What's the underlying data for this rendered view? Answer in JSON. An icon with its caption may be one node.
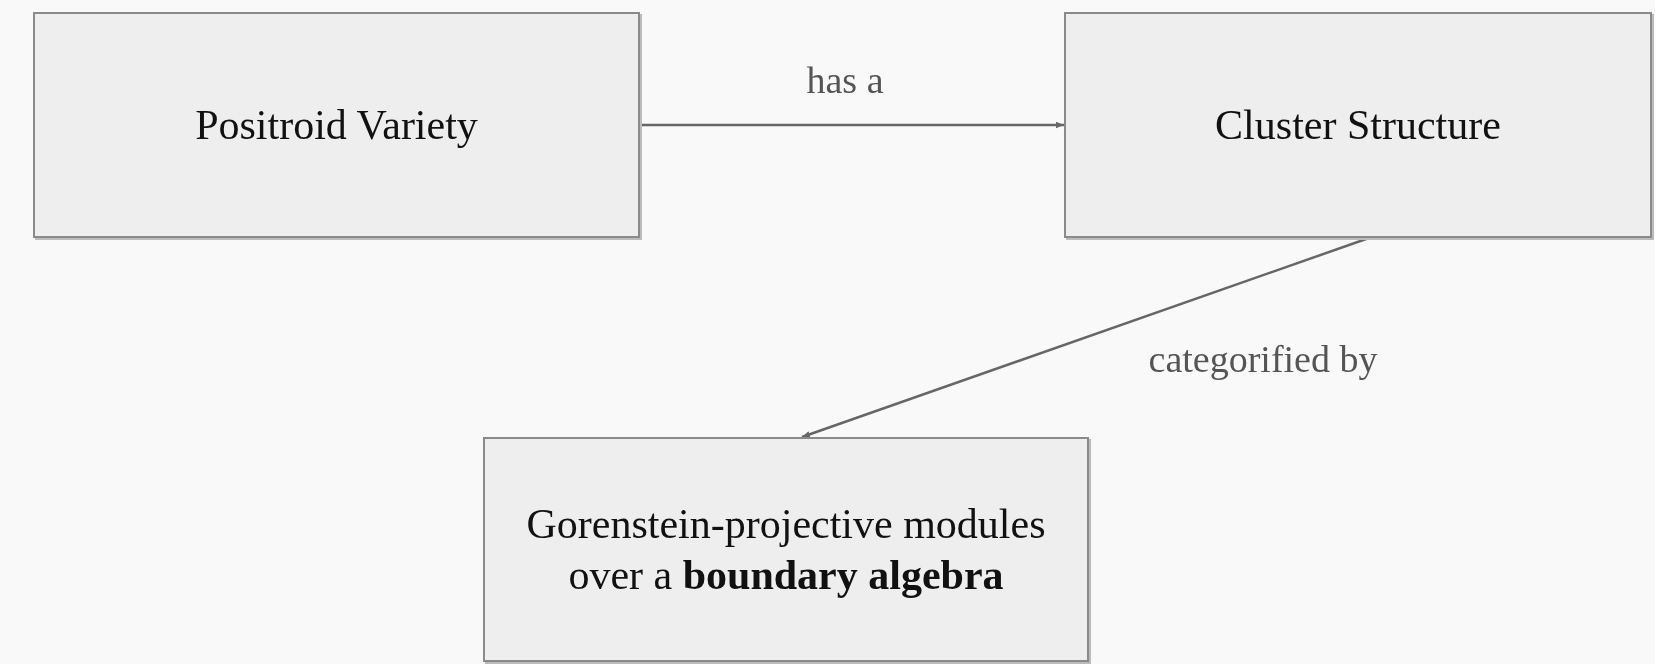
{
  "diagram": {
    "nodes": [
      {
        "text": [
          "Positroid Variety"
        ]
      },
      {
        "text": [
          "Cluster Structure"
        ]
      },
      {
        "text": [
          "Gorenstein-projective modules over a **boundary algebra**"
        ]
      }
    ],
    "edges": [
      {
        "from": 0,
        "to": 1,
        "arrow": "to",
        "label": "has a"
      },
      {
        "from": 1,
        "to": 2,
        "arrow": "to",
        "label": "categorified by"
      }
    ]
  }
}
